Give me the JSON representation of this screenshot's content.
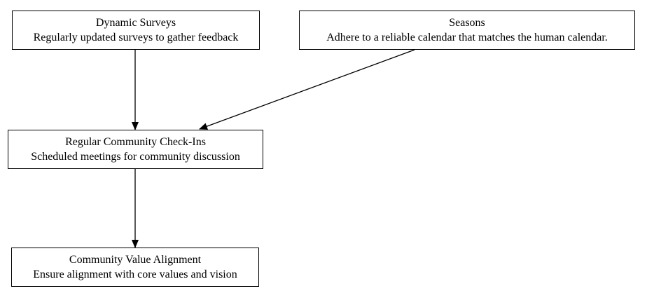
{
  "nodes": {
    "dynamic_surveys": {
      "title": "Dynamic Surveys",
      "description": "Regularly updated surveys to gather feedback"
    },
    "seasons": {
      "title": "Seasons",
      "description": "Adhere to a reliable calendar that matches the human calendar."
    },
    "community_checkins": {
      "title": "Regular Community Check-Ins",
      "description": "Scheduled meetings for community discussion"
    },
    "value_alignment": {
      "title": "Community Value Alignment",
      "description": "Ensure alignment with core values and vision"
    }
  },
  "edges": [
    {
      "from": "dynamic_surveys",
      "to": "community_checkins"
    },
    {
      "from": "seasons",
      "to": "community_checkins"
    },
    {
      "from": "community_checkins",
      "to": "value_alignment"
    }
  ],
  "colors": {
    "line": "#000000",
    "node_border": "#000000",
    "background": "#ffffff"
  }
}
